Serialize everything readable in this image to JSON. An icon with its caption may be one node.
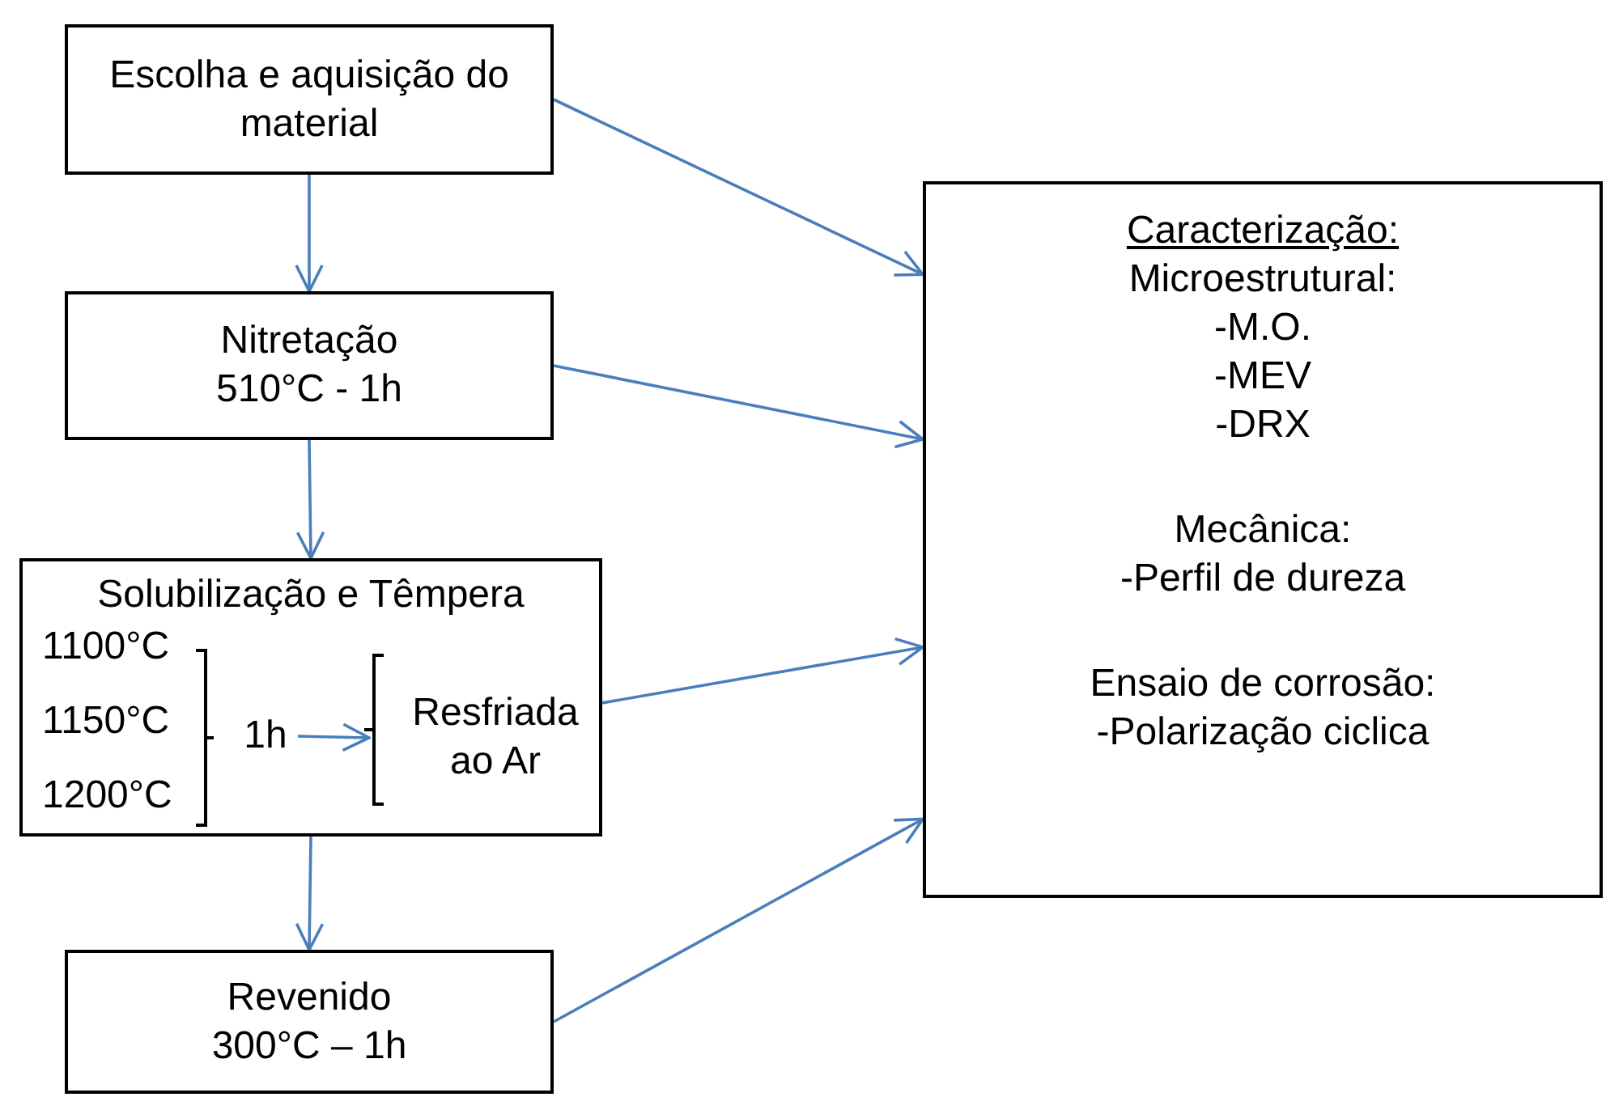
{
  "diagram": {
    "nodes": [
      {
        "text": [
          "Escolha e aquisição do material"
        ]
      },
      {
        "text": [
          "Nitretação",
          "510°C - 1h"
        ]
      },
      {
        "text": [
          "Solubilização e Têmpera"
        ]
      },
      {
        "text": [
          "1h"
        ],
        "in": 2
      },
      {
        "text": [
          "Resfriada ao Ar"
        ],
        "in": 2
      },
      {
        "text": [
          "Revenido",
          "300°C – 1h"
        ]
      },
      {
        "text": [
          "Caracterização:",
          "Microestrutural:",
          "-M.O.",
          "-MEV",
          "-DRX",
          "Mecânica:",
          "-Perfil de dureza",
          "Ensaio de corrosão:",
          "-Polarização ciclica"
        ]
      }
    ],
    "edges": [
      {
        "from": 0,
        "to": 1,
        "arrow": "to"
      },
      {
        "from": 1,
        "to": 2,
        "arrow": "to"
      },
      {
        "from": 2,
        "to": 5,
        "arrow": "to"
      },
      {
        "from": 3,
        "to": 4,
        "arrow": "to"
      },
      {
        "from": 0,
        "to": 6,
        "arrow": "to"
      },
      {
        "from": 1,
        "to": 6,
        "arrow": "to"
      },
      {
        "from": 2,
        "to": 6,
        "arrow": "to"
      },
      {
        "from": 5,
        "to": 6,
        "arrow": "to"
      }
    ],
    "labels": [
      "1100°C",
      "1150°C",
      "1200°C"
    ]
  }
}
